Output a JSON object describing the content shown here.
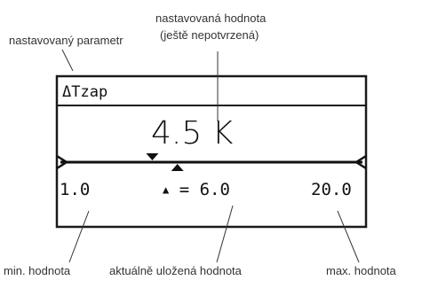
{
  "display": {
    "param_symbol": "Δ",
    "param_name": "Tzap",
    "value_text": "4.5 K",
    "min_value": "1.0",
    "max_value": "20.0",
    "stored_marker": "▲",
    "stored_text": "= 6.0"
  },
  "slider": {
    "min": 1.0,
    "max": 20.0,
    "current": 4.5,
    "stored": 6.0
  },
  "callouts": {
    "param": "nastavovaný parametr",
    "value_line1": "nastavovaná hodnota",
    "value_line2": "(ještě nepotvrzená)",
    "min": "min. hodnota",
    "stored": "aktuálně uložená hodnota",
    "max": "max. hodnota"
  }
}
